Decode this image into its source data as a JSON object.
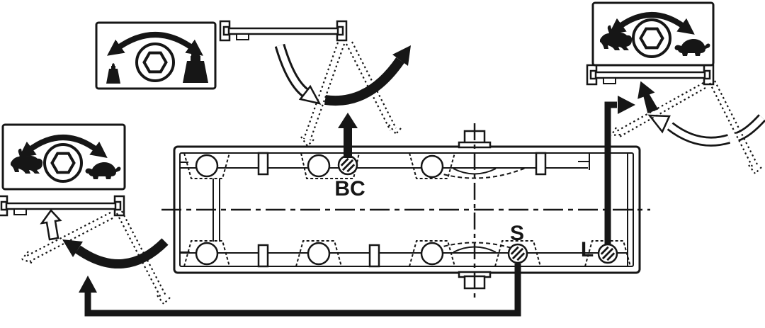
{
  "colors": {
    "ink": "#161616",
    "background": "#ffffff"
  },
  "screw_labels": {
    "bc": "BC",
    "s": "S",
    "l": "L"
  },
  "legend_boxes": [
    {
      "name": "closing-force-legend",
      "icons": [
        "small-weight-icon",
        "hex-socket-icon",
        "large-weight-icon",
        "turn-both-directions-arrow-icon"
      ]
    },
    {
      "name": "closing-speed-legend-left",
      "icons": [
        "rabbit-icon",
        "hex-socket-icon",
        "turtle-icon",
        "turn-both-directions-arrow-icon"
      ]
    },
    {
      "name": "latch-speed-legend-right",
      "icons": [
        "rabbit-icon",
        "hex-socket-icon",
        "turtle-icon",
        "turn-both-directions-arrow-icon"
      ]
    }
  ]
}
